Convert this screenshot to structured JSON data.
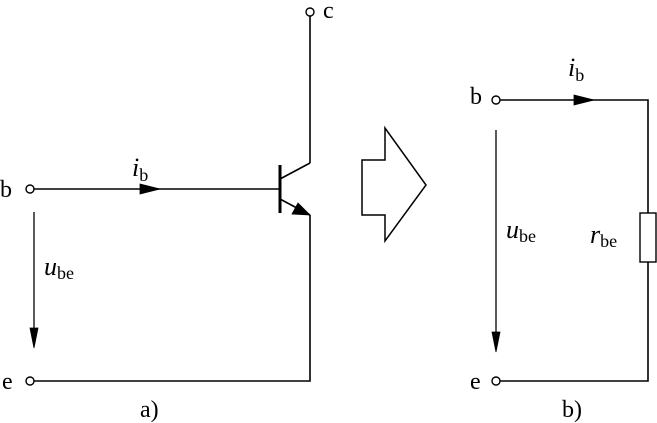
{
  "figure_a": {
    "terminal_b": "b",
    "terminal_c": "c",
    "terminal_e": "e",
    "current_symbol": "i",
    "current_subscript": "b",
    "voltage_symbol": "u",
    "voltage_subscript": "be",
    "caption": "a)"
  },
  "figure_b": {
    "terminal_b": "b",
    "terminal_e": "e",
    "current_symbol": "i",
    "current_subscript": "b",
    "voltage_symbol": "u",
    "voltage_subscript": "be",
    "resistor_symbol": "r",
    "resistor_subscript": "be",
    "caption": "b)"
  }
}
